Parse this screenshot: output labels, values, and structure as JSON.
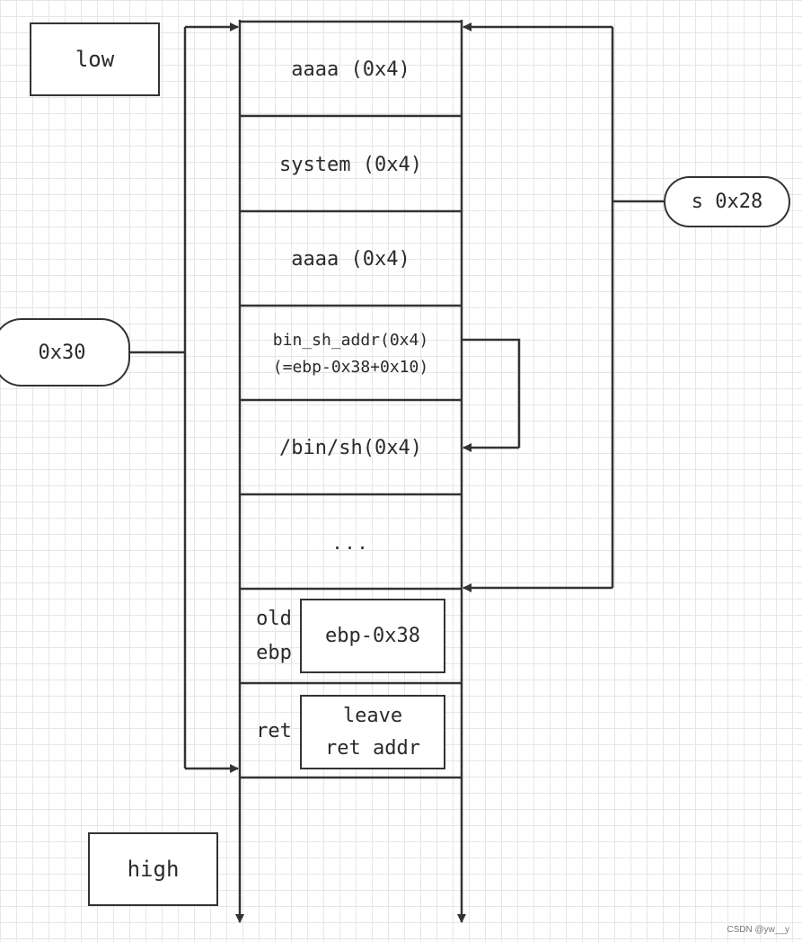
{
  "markers": {
    "low": "low",
    "high": "high"
  },
  "stack": {
    "cells": [
      {
        "label": "aaaa (0x4)"
      },
      {
        "label": "system (0x4)"
      },
      {
        "label": "aaaa (0x4)"
      },
      {
        "label": "bin_sh_addr(0x4)\n(=ebp-0x38+0x10)"
      },
      {
        "label": "/bin/sh(0x4)"
      },
      {
        "label": "..."
      }
    ],
    "old_ebp": {
      "label": "old\nebp",
      "value": "ebp-0x38"
    },
    "ret": {
      "label": "ret",
      "value": "leave\nret addr"
    }
  },
  "callouts": {
    "s_size": "s 0x28",
    "total_size": "0x30"
  },
  "watermark": "CSDN @yw__y"
}
